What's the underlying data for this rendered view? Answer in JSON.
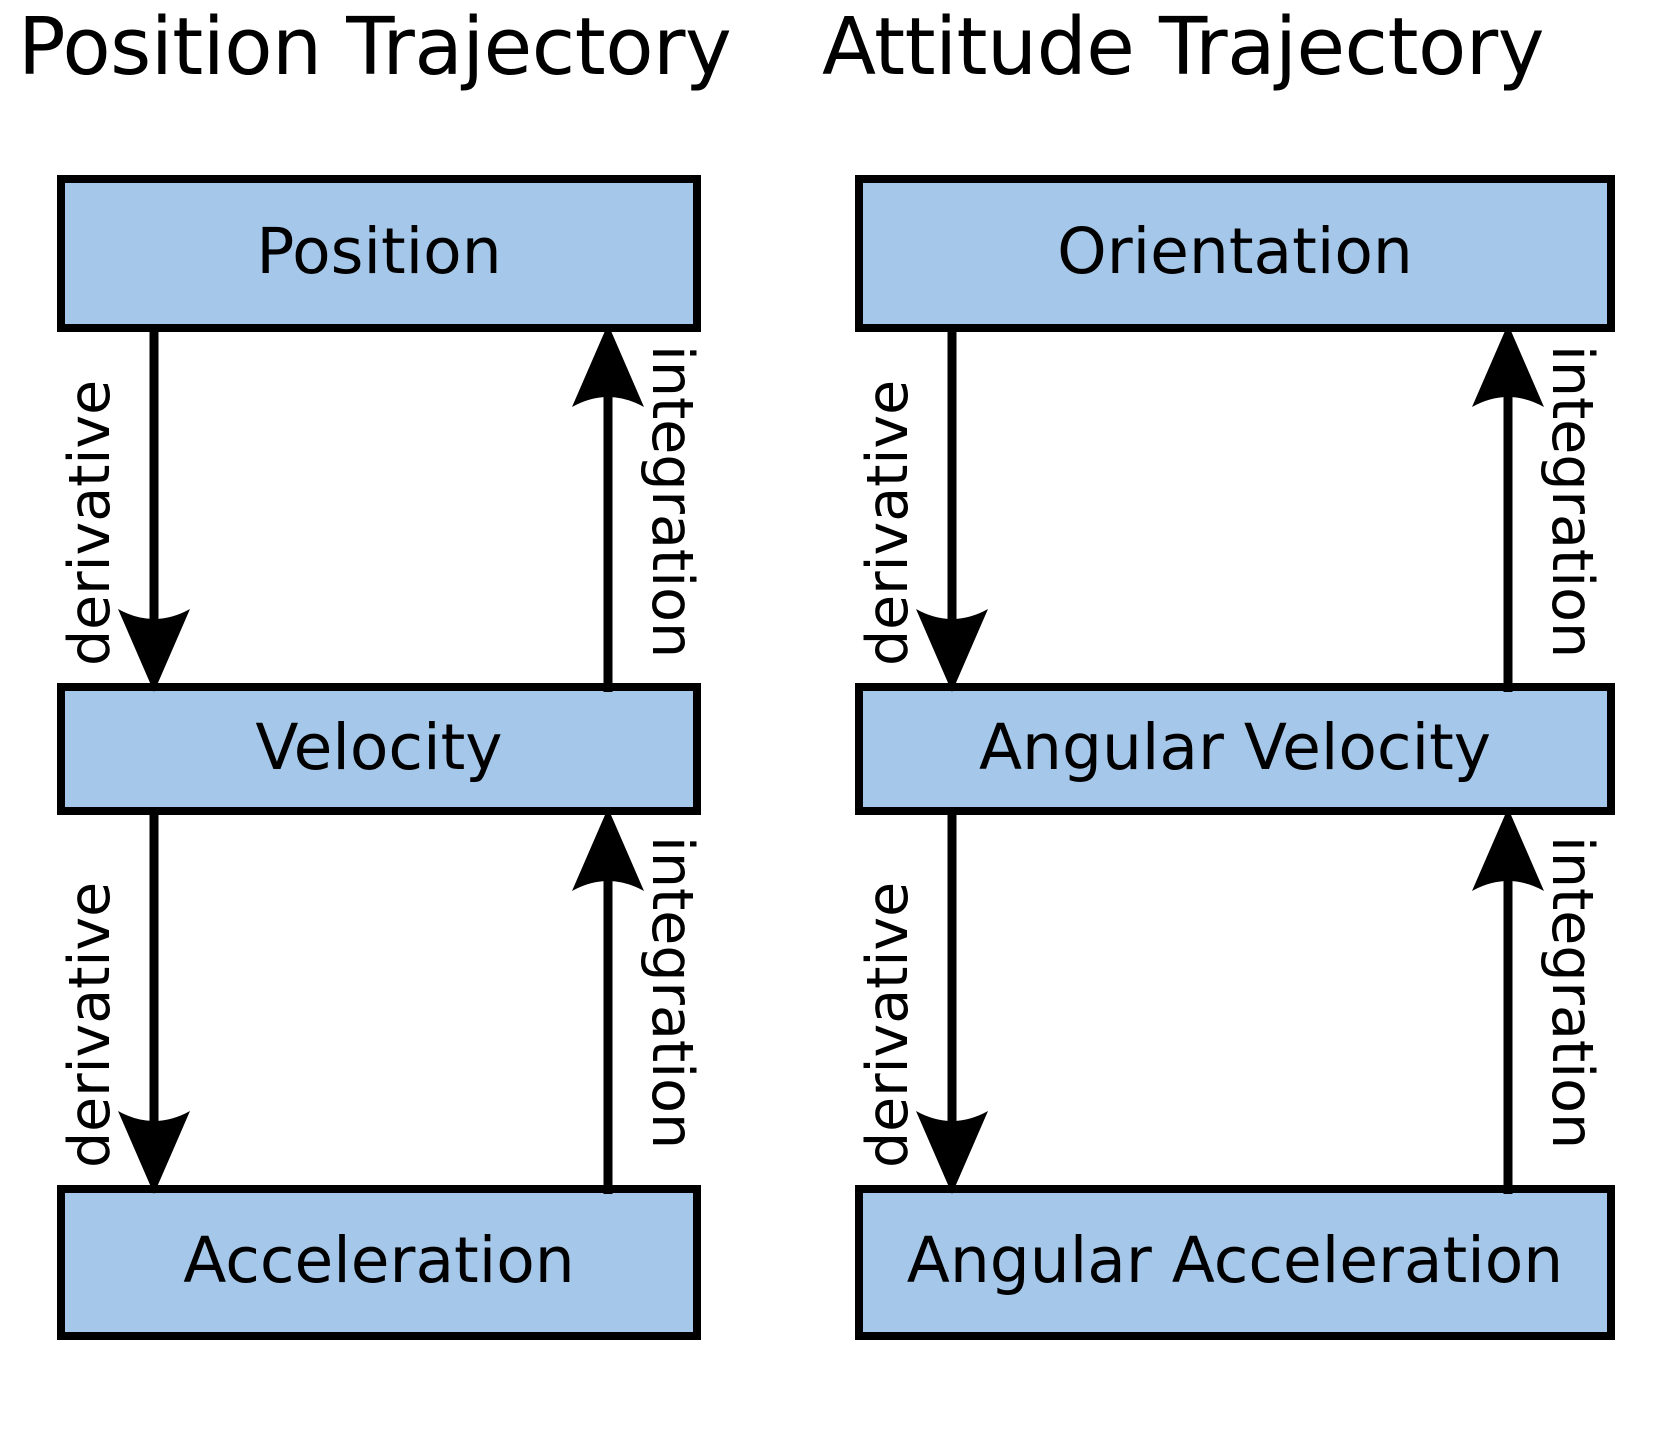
{
  "figure": {
    "background_color": "#FFFFFF",
    "node_fill_color": "#A5C8EA",
    "node_border_color": "#000000",
    "arrow_color": "#000000",
    "text_color": "#000000"
  },
  "panels": [
    {
      "id": "position",
      "title": "Position Trajectory",
      "nodes": [
        {
          "id": "position",
          "label": "Position"
        },
        {
          "id": "velocity",
          "label": "Velocity"
        },
        {
          "id": "acceleration",
          "label": "Acceleration"
        }
      ],
      "edges": [
        {
          "id": "deriv-1",
          "label": "derivative",
          "from": "Position",
          "to": "Velocity",
          "direction": "down"
        },
        {
          "id": "integ-1",
          "label": "integration",
          "from": "Velocity",
          "to": "Position",
          "direction": "up"
        },
        {
          "id": "deriv-2",
          "label": "derivative",
          "from": "Velocity",
          "to": "Acceleration",
          "direction": "down"
        },
        {
          "id": "integ-2",
          "label": "integration",
          "from": "Acceleration",
          "to": "Velocity",
          "direction": "up"
        }
      ]
    },
    {
      "id": "attitude",
      "title": "Attitude Trajectory",
      "nodes": [
        {
          "id": "orientation",
          "label": "Orientation"
        },
        {
          "id": "angular-velocity",
          "label": "Angular Velocity"
        },
        {
          "id": "angular-acceleration",
          "label": "Angular Acceleration"
        }
      ],
      "edges": [
        {
          "id": "ang-deriv-1",
          "label": "derivative",
          "from": "Orientation",
          "to": "Angular Velocity",
          "direction": "down"
        },
        {
          "id": "ang-integ-1",
          "label": "integration",
          "from": "Angular Velocity",
          "to": "Orientation",
          "direction": "up"
        },
        {
          "id": "ang-deriv-2",
          "label": "derivative",
          "from": "Angular Velocity",
          "to": "Angular Acceleration",
          "direction": "down"
        },
        {
          "id": "ang-integ-2",
          "label": "integration",
          "from": "Angular Acceleration",
          "to": "Angular Velocity",
          "direction": "up"
        }
      ]
    }
  ]
}
